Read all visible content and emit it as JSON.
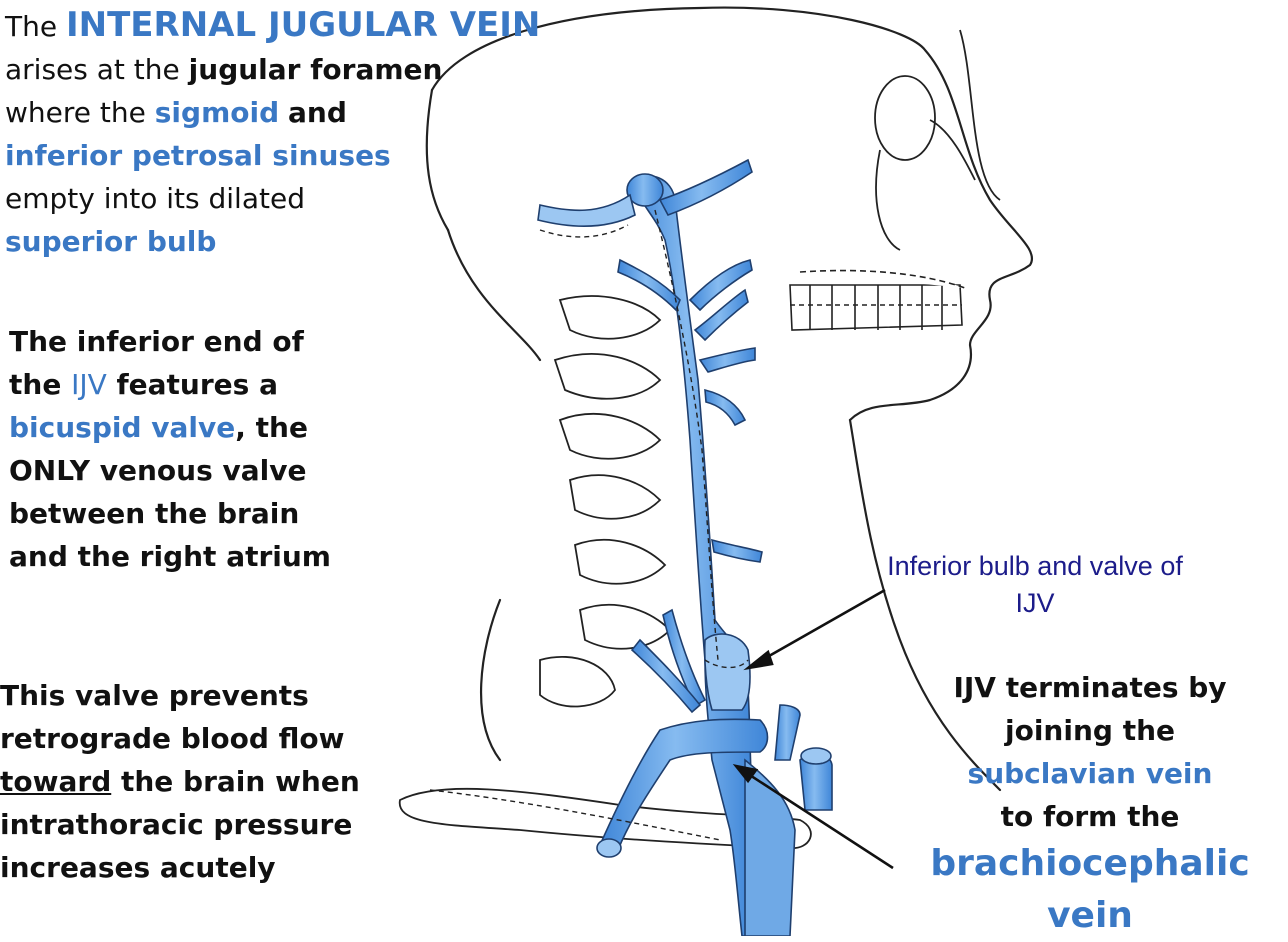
{
  "intro": {
    "the": "The",
    "vein_name": "INTERNAL JUGULAR VEIN",
    "arises": "arises at the",
    "foramen": "jugular foramen",
    "where": "where the",
    "sigmoid": "sigmoid",
    "and": "and",
    "petrosal": "inferior petrosal sinuses",
    "empty": "empty into its dilated",
    "bulb": "superior bulb"
  },
  "valve_note": {
    "l1": "The inferior end of",
    "l2a": "the",
    "l2b": "IJV",
    "l2c": "features a",
    "l3a": "bicuspid valve",
    "l3b": ", the",
    "l4": "ONLY venous valve",
    "l5": "between the brain",
    "l6": "and the right atrium"
  },
  "prevent_note": {
    "l1": "This valve prevents",
    "l2": "retrograde blood flow",
    "l3a": "toward",
    "l3b": "the brain when",
    "l4": "intrathoracic pressure",
    "l5": "increases acutely"
  },
  "inferior_label": {
    "l1": "Inferior bulb and valve of",
    "l2": "IJV"
  },
  "termination": {
    "l1": "IJV terminates by",
    "l2": "joining the",
    "l3": "subclavian vein",
    "l4": "to form the",
    "l5": "brachiocephalic vein"
  },
  "colors": {
    "vein_fill": "#5b9be0",
    "vein_light": "#9cc7f2",
    "outline": "#222222",
    "highlight_text": "#3a78c4",
    "label_navy": "#1c1c8a"
  },
  "icons": [
    "head-neck-outline-illustration",
    "arrow-icon"
  ]
}
